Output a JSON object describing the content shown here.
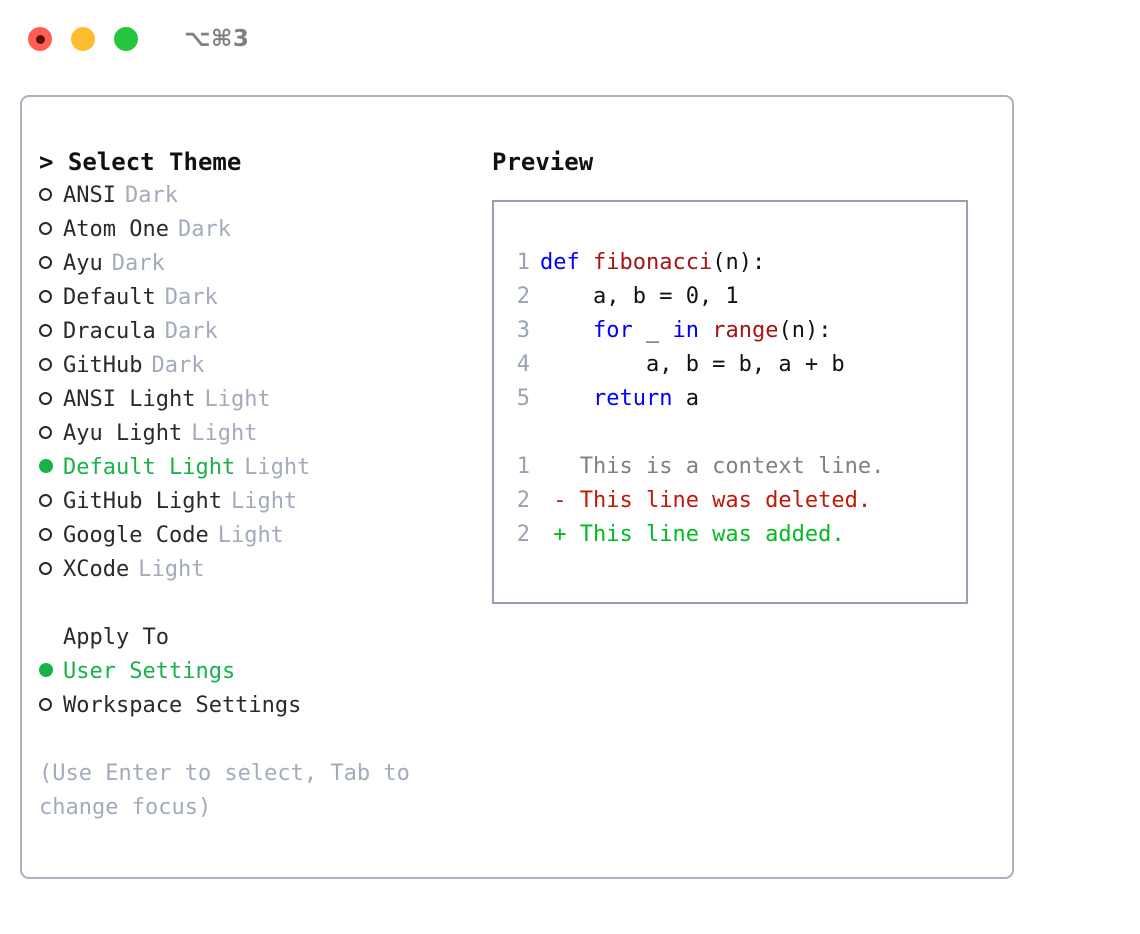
{
  "titlebar": {
    "shortcut": "⌥⌘3",
    "buttons": [
      {
        "name": "close",
        "color": "#ff5f52"
      },
      {
        "name": "minimize",
        "color": "#ffbd2e"
      },
      {
        "name": "maximize",
        "color": "#26c63f"
      }
    ]
  },
  "theme_section": {
    "title": "> Select Theme",
    "items": [
      {
        "label": "ANSI",
        "badge": "Dark",
        "selected": false
      },
      {
        "label": "Atom One",
        "badge": "Dark",
        "selected": false
      },
      {
        "label": "Ayu",
        "badge": "Dark",
        "selected": false
      },
      {
        "label": "Default",
        "badge": "Dark",
        "selected": false
      },
      {
        "label": "Dracula",
        "badge": "Dark",
        "selected": false
      },
      {
        "label": "GitHub",
        "badge": "Dark",
        "selected": false
      },
      {
        "label": "ANSI Light",
        "badge": "Light",
        "selected": false
      },
      {
        "label": "Ayu Light",
        "badge": "Light",
        "selected": false
      },
      {
        "label": "Default Light",
        "badge": "Light",
        "selected": true
      },
      {
        "label": "GitHub Light",
        "badge": "Light",
        "selected": false
      },
      {
        "label": "Google Code",
        "badge": "Light",
        "selected": false
      },
      {
        "label": "XCode",
        "badge": "Light",
        "selected": false
      }
    ]
  },
  "apply_section": {
    "title": "Apply To",
    "items": [
      {
        "label": "User Settings",
        "selected": true
      },
      {
        "label": "Workspace Settings",
        "selected": false
      }
    ]
  },
  "hint": "(Use Enter to select, Tab to change focus)",
  "preview": {
    "heading": "Preview",
    "code_lines": [
      {
        "ln": "1",
        "tokens": [
          {
            "t": "def ",
            "c": "kw"
          },
          {
            "t": "fibonacci",
            "c": "fn"
          },
          {
            "t": "(n):",
            "c": "plain"
          }
        ]
      },
      {
        "ln": "2",
        "tokens": [
          {
            "t": "    a, b = 0, 1",
            "c": "plain"
          }
        ]
      },
      {
        "ln": "3",
        "tokens": [
          {
            "t": "    ",
            "c": "plain"
          },
          {
            "t": "for",
            "c": "kw"
          },
          {
            "t": " _ ",
            "c": "plain"
          },
          {
            "t": "in",
            "c": "kw"
          },
          {
            "t": " ",
            "c": "plain"
          },
          {
            "t": "range",
            "c": "fn"
          },
          {
            "t": "(n):",
            "c": "plain"
          }
        ]
      },
      {
        "ln": "4",
        "tokens": [
          {
            "t": "        a, b = b, a + b",
            "c": "plain"
          }
        ]
      },
      {
        "ln": "5",
        "tokens": [
          {
            "t": "    ",
            "c": "plain"
          },
          {
            "t": "return",
            "c": "kw"
          },
          {
            "t": " a",
            "c": "plain"
          }
        ]
      }
    ],
    "diff_lines": [
      {
        "ln": "1",
        "tokens": [
          {
            "t": "   This is a context line.",
            "c": "ctx"
          }
        ]
      },
      {
        "ln": "2",
        "tokens": [
          {
            "t": " - This line was deleted.",
            "c": "del"
          }
        ]
      },
      {
        "ln": "2",
        "tokens": [
          {
            "t": " + This line was added.",
            "c": "add"
          }
        ]
      }
    ]
  },
  "colors": {
    "accent_green": "#17b34a",
    "muted": "#a3abbb",
    "keyword_blue": "#0000ff",
    "function_red": "#a31515",
    "diff_deleted": "#c21807",
    "diff_added": "#00bb22",
    "border": "#aab2c0"
  }
}
